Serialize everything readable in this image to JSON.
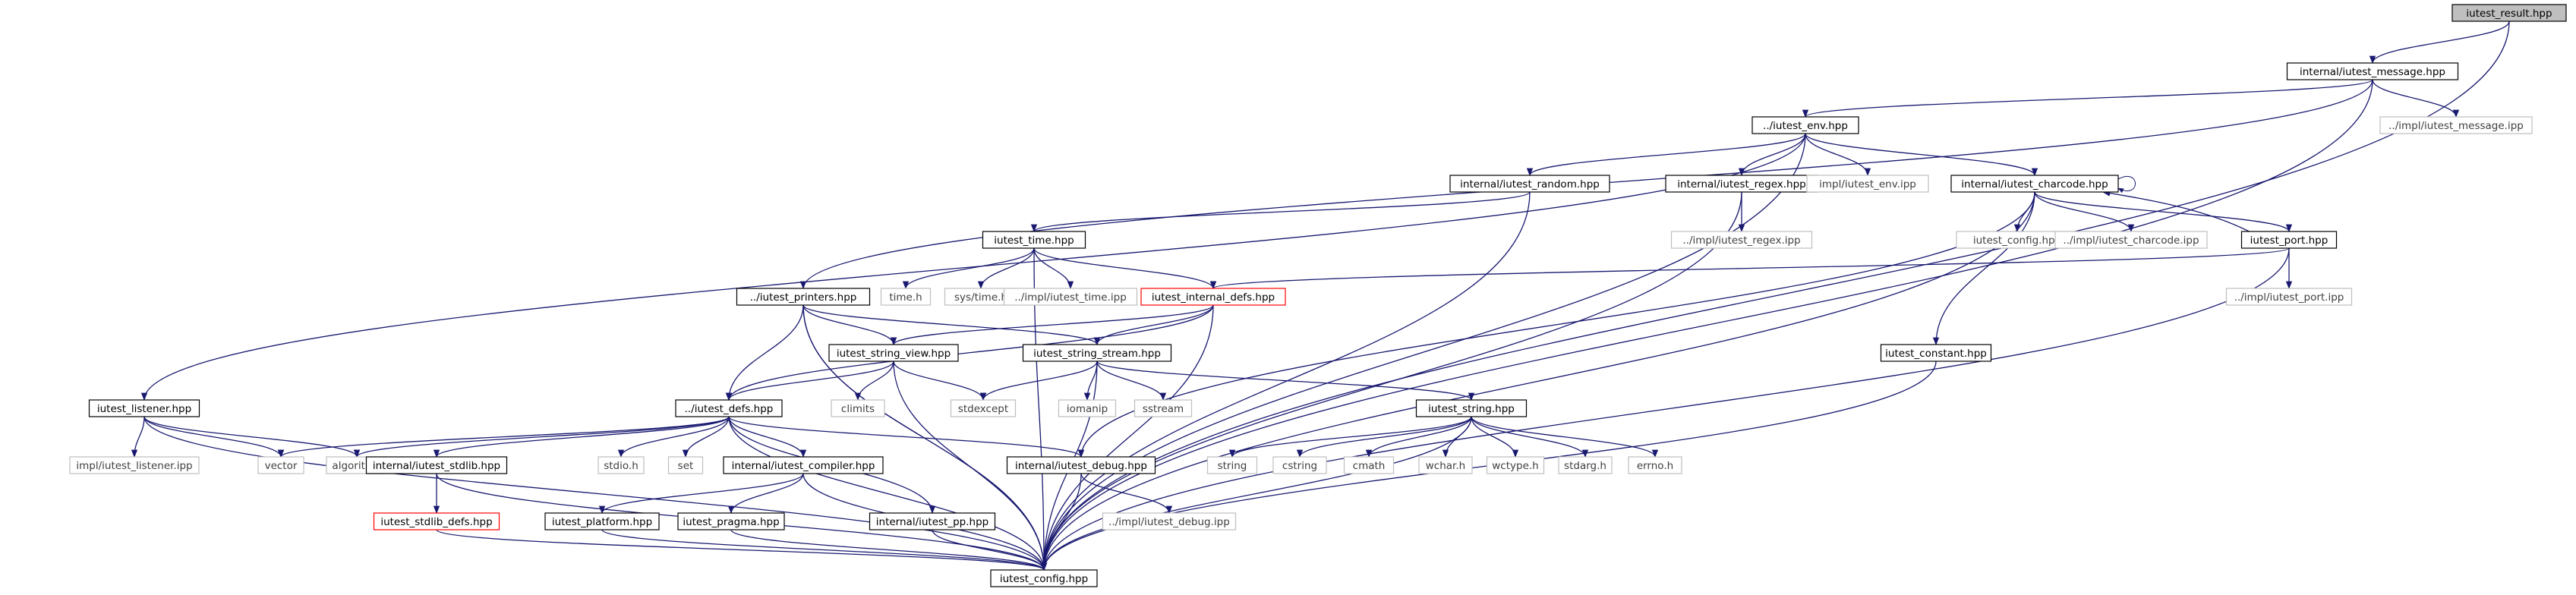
{
  "graph": {
    "colors": {
      "edge": "#191970",
      "node_border": "#000000",
      "node_border_truncated": "#ff0000",
      "node_border_system": "#bfbfbf",
      "root_fill": "#bfbfbf",
      "node_fill": "#ffffff",
      "text_dark": "#000000",
      "text_system": "#404040"
    },
    "nodes": {
      "n_result": {
        "label": "iutest_result.hpp",
        "kind": "root"
      },
      "n_message": {
        "label": "internal/iutest_message.hpp",
        "kind": "file"
      },
      "n_message_ipp": {
        "label": "../impl/iutest_message.ipp",
        "kind": "system"
      },
      "n_env": {
        "label": "../iutest_env.hpp",
        "kind": "file"
      },
      "n_random": {
        "label": "internal/iutest_random.hpp",
        "kind": "file"
      },
      "n_regex": {
        "label": "internal/iutest_regex.hpp",
        "kind": "file"
      },
      "n_env_ipp": {
        "label": "impl/iutest_env.ipp",
        "kind": "system"
      },
      "n_charcode": {
        "label": "internal/iutest_charcode.hpp",
        "kind": "file"
      },
      "n_time": {
        "label": "iutest_time.hpp",
        "kind": "file"
      },
      "n_regex_ipp": {
        "label": "../impl/iutest_regex.ipp",
        "kind": "system"
      },
      "n_configh": {
        "label": "iutest_config.hpp",
        "kind": "system"
      },
      "n_charcode_ipp": {
        "label": "../impl/iutest_charcode.ipp",
        "kind": "system"
      },
      "n_port": {
        "label": "iutest_port.hpp",
        "kind": "file"
      },
      "n_time_h": {
        "label": "time.h",
        "kind": "system"
      },
      "n_systime_h": {
        "label": "sys/time.h",
        "kind": "system"
      },
      "n_time_ipp": {
        "label": "../impl/iutest_time.ipp",
        "kind": "system"
      },
      "n_internal_defs": {
        "label": "iutest_internal_defs.hpp",
        "kind": "truncated"
      },
      "n_printers": {
        "label": "../iutest_printers.hpp",
        "kind": "file"
      },
      "n_port_ipp": {
        "label": "../impl/iutest_port.ipp",
        "kind": "system"
      },
      "n_string_view": {
        "label": "iutest_string_view.hpp",
        "kind": "file"
      },
      "n_string_stream": {
        "label": "iutest_string_stream.hpp",
        "kind": "file"
      },
      "n_constant": {
        "label": "iutest_constant.hpp",
        "kind": "file"
      },
      "n_listener": {
        "label": "iutest_listener.hpp",
        "kind": "file"
      },
      "n_defs": {
        "label": "../iutest_defs.hpp",
        "kind": "file"
      },
      "n_climits": {
        "label": "climits",
        "kind": "system"
      },
      "n_stdexcept": {
        "label": "stdexcept",
        "kind": "system"
      },
      "n_iomanip": {
        "label": "iomanip",
        "kind": "system"
      },
      "n_sstream": {
        "label": "sstream",
        "kind": "system"
      },
      "n_string_hpp": {
        "label": "iutest_string.hpp",
        "kind": "file"
      },
      "n_listener_ipp": {
        "label": "impl/iutest_listener.ipp",
        "kind": "system"
      },
      "n_vector": {
        "label": "vector",
        "kind": "system"
      },
      "n_algorithm": {
        "label": "algorithm",
        "kind": "system"
      },
      "n_stdlib": {
        "label": "internal/iutest_stdlib.hpp",
        "kind": "file"
      },
      "n_stdio": {
        "label": "stdio.h",
        "kind": "system"
      },
      "n_set": {
        "label": "set",
        "kind": "system"
      },
      "n_compiler": {
        "label": "internal/iutest_compiler.hpp",
        "kind": "file"
      },
      "n_debug": {
        "label": "internal/iutest_debug.hpp",
        "kind": "file"
      },
      "n_string": {
        "label": "string",
        "kind": "system"
      },
      "n_cstring": {
        "label": "cstring",
        "kind": "system"
      },
      "n_cmath": {
        "label": "cmath",
        "kind": "system"
      },
      "n_wchar": {
        "label": "wchar.h",
        "kind": "system"
      },
      "n_wctype": {
        "label": "wctype.h",
        "kind": "system"
      },
      "n_stdarg": {
        "label": "stdarg.h",
        "kind": "system"
      },
      "n_errno": {
        "label": "errno.h",
        "kind": "system"
      },
      "n_stdlib_defs": {
        "label": "iutest_stdlib_defs.hpp",
        "kind": "truncated"
      },
      "n_platform": {
        "label": "iutest_platform.hpp",
        "kind": "file"
      },
      "n_pragma": {
        "label": "iutest_pragma.hpp",
        "kind": "file"
      },
      "n_pp": {
        "label": "internal/iutest_pp.hpp",
        "kind": "file"
      },
      "n_debug_ipp": {
        "label": "../impl/iutest_debug.ipp",
        "kind": "system"
      },
      "n_config": {
        "label": "iutest_config.hpp",
        "kind": "file"
      }
    }
  }
}
